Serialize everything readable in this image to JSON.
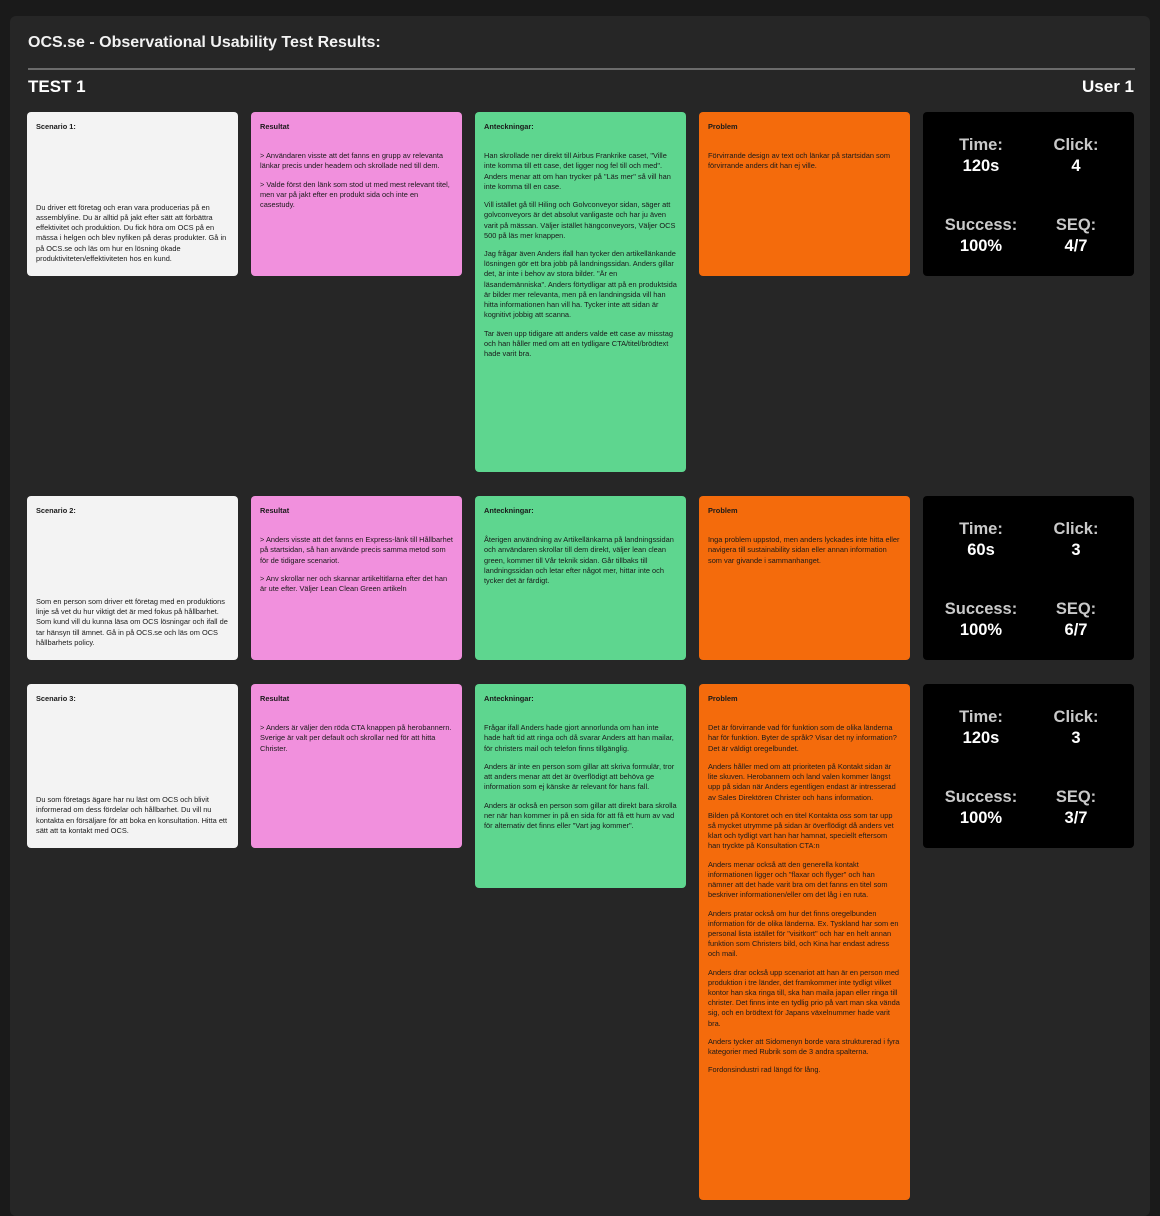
{
  "header": {
    "title": "OCS.se - Observational Usability Test Results:",
    "test_label": "TEST 1",
    "user_label": "User 1"
  },
  "rows": [
    {
      "scenario": {
        "title": "Scenario 1:",
        "text": "Du driver ett företag och eran vara producerias på en assemblyline. Du är alltid på jakt efter sätt att förbättra effektivitet och produktion. Du fick höra om OCS på en mässa i helgen och blev nyfiken på deras produkter. Gå in på OCS.se och läs om hur en lösning ökade produktiviteten/effektiviteten hos en kund."
      },
      "resultat": {
        "title": "Resultat",
        "paragraphs": [
          "> Användaren visste att det fanns en grupp av relevanta länkar precis under headern och skrollade ned till dem.",
          "> Valde först den länk som stod ut med mest relevant titel, men var på jakt efter en produkt sida och inte en casestudy."
        ]
      },
      "anteckningar": {
        "title": "Anteckningar:",
        "paragraphs": [
          "Han skrollade ner direkt till Airbus Frankrike caset, \"Ville inte komma till ett case, det ligger nog fel till och med\". Anders menar att om han trycker på \"Läs mer\" så vill han inte komma till en case.",
          "Vill istället gå till Hiling och Golvconveyor sidan, säger att golvconveyors är det absolut vanligaste och har ju även varit på mässan. Väljer istället hängconveyors, Väljer OCS 500 på läs mer knappen.",
          "Jag frågar även Anders ifall han tycker den artikellänkande lösningen gör ett bra jobb på landningssidan. Anders gillar det, är inte i behov av stora bilder. \"Är en läsandemänniska\". Anders förtydligar att på en produktsida är bilder mer relevanta, men på en landningsida vill han hitta informationen han vill ha. Tycker inte att sidan är kognitivt jobbig att scanna.",
          "Tar även upp tidigare att anders valde ett case av misstag och han håller med om att en tydligare CTA/titel/brödtext hade varit bra."
        ]
      },
      "problem": {
        "title": "Problem",
        "paragraphs": [
          "Förvirrande design av text och länkar på startsidan som förvirrande anders dit han ej ville."
        ]
      },
      "metrics": {
        "time_label": "Time:",
        "time": "120s",
        "click_label": "Click:",
        "click": "4",
        "success_label": "Success:",
        "success": "100%",
        "seq_label": "SEQ:",
        "seq": "4/7"
      }
    },
    {
      "scenario": {
        "title": "Scenario 2:",
        "text": "Som en person som driver ett företag med en produktions linje så vet du hur viktigt det är med fokus på hållbarhet. Som kund vill du kunna läsa om OCS lösningar och ifall de tar hänsyn till ämnet. Gå in på OCS.se och läs om OCS hållbarhets policy."
      },
      "resultat": {
        "title": "Resultat",
        "paragraphs": [
          "> Anders visste att det fanns en Express-länk till Hållbarhet på startsidan, så han använde precis samma metod som för de tidigare scenariot.",
          "> Anv skrollar ner och skannar artikeltitlarna efter det han är ute efter. Väljer Lean Clean Green artikeln"
        ]
      },
      "anteckningar": {
        "title": "Anteckningar:",
        "paragraphs": [
          "Återigen användning av Artikellänkarna på landningssidan och användaren skrollar till dem direkt, väljer lean clean green, kommer till Vår teknik sidan. Går tillbaks till landningssidan och letar efter något mer, hittar inte och tycker det är färdigt."
        ]
      },
      "problem": {
        "title": "Problem",
        "paragraphs": [
          "Inga problem uppstod, men anders lyckades inte hitta eller navigera till sustainability sidan eller annan information som var givande i sammanhanget."
        ]
      },
      "metrics": {
        "time_label": "Time:",
        "time": "60s",
        "click_label": "Click:",
        "click": "3",
        "success_label": "Success:",
        "success": "100%",
        "seq_label": "SEQ:",
        "seq": "6/7"
      }
    },
    {
      "scenario": {
        "title": "Scenario 3:",
        "text": "Du som företags ägare har nu läst om OCS och blivit informerad om dess fördelar och hållbarhet. Du vill nu kontakta en försäljare för att boka en konsultation. Hitta ett sätt att ta kontakt med OCS."
      },
      "resultat": {
        "title": "Resultat",
        "paragraphs": [
          "> Anders är väljer den röda CTA knappen på herobannern. Sverige är valt per default och skrollar ned för att hitta Christer."
        ]
      },
      "anteckningar": {
        "title": "Anteckningar:",
        "paragraphs": [
          "Frågar ifall Anders hade gjort annorlunda om han inte hade haft tid att ringa och då svarar Anders att han mailar, för christers mail och telefon finns tillgänglig.",
          "Anders är inte en person som gillar att skriva formulär, tror att anders menar att det är överflödigt att behöva ge information som ej känske är relevant för hans fall.",
          "Anders är också en person som gillar att direkt bara skrolla ner när han kommer in på en sida för att få ett hum av vad för alternativ det finns eller \"Vart jag kommer\"."
        ]
      },
      "problem": {
        "title": "Problem",
        "paragraphs": [
          "Det är förvirrande vad för funktion som de olika länderna har för funktion. Byter de språk? Visar det ny information? Det är väldigt oregelbundet.",
          "Anders håller med om att prioriteten på Kontakt sidan är lite skuven. Herobannern och land valen kommer längst upp på sidan när Anders egentligen endast är intresserad av Sales Direktören Christer och hans information.",
          "Bilden på Kontoret och en titel Kontakta oss som tar upp så mycket utrymme på sidan är överflödigt då anders vet klart och tydligt vart han har hamnat, speciellt eftersom han tryckte på Konsultation CTA:n",
          "Anders menar också att den generella kontakt informationen ligger och \"flaxar och flyger\" och han nämner att det hade varit bra om det fanns en titel som beskriver informationen/eller om det låg i en ruta.",
          "Anders pratar också om hur det finns oregelbunden information för de olika länderna. Ex. Tyskland har som en personal lista istället för \"visitkort\" och har en helt annan funktion som Christers bild, och Kina har endast adress och mail.",
          "Anders drar också upp scenariot att han är en person med produktion i tre länder, det framkommer inte tydligt vilket kontor han ska ringa till, ska han maila japan eller ringa till christer. Det finns inte en tydlig prio på vart man ska vända sig, och en brödtext för Japans växelnummer hade varit bra.",
          "Anders tycker att Sidomenyn borde vara strukturerad i fyra kategorier med Rubrik som de 3 andra spalterna.",
          "Fordonsindustri rad längd för lång."
        ]
      },
      "metrics": {
        "time_label": "Time:",
        "time": "120s",
        "click_label": "Click:",
        "click": "3",
        "success_label": "Success:",
        "success": "100%",
        "seq_label": "SEQ:",
        "seq": "3/7"
      }
    }
  ],
  "colors": {
    "background": "#262626",
    "scenario": "#f3f3f3",
    "resultat": "#f190dd",
    "anteckningar": "#5ed68f",
    "problem": "#f46b0c",
    "metrics": "#000000"
  }
}
